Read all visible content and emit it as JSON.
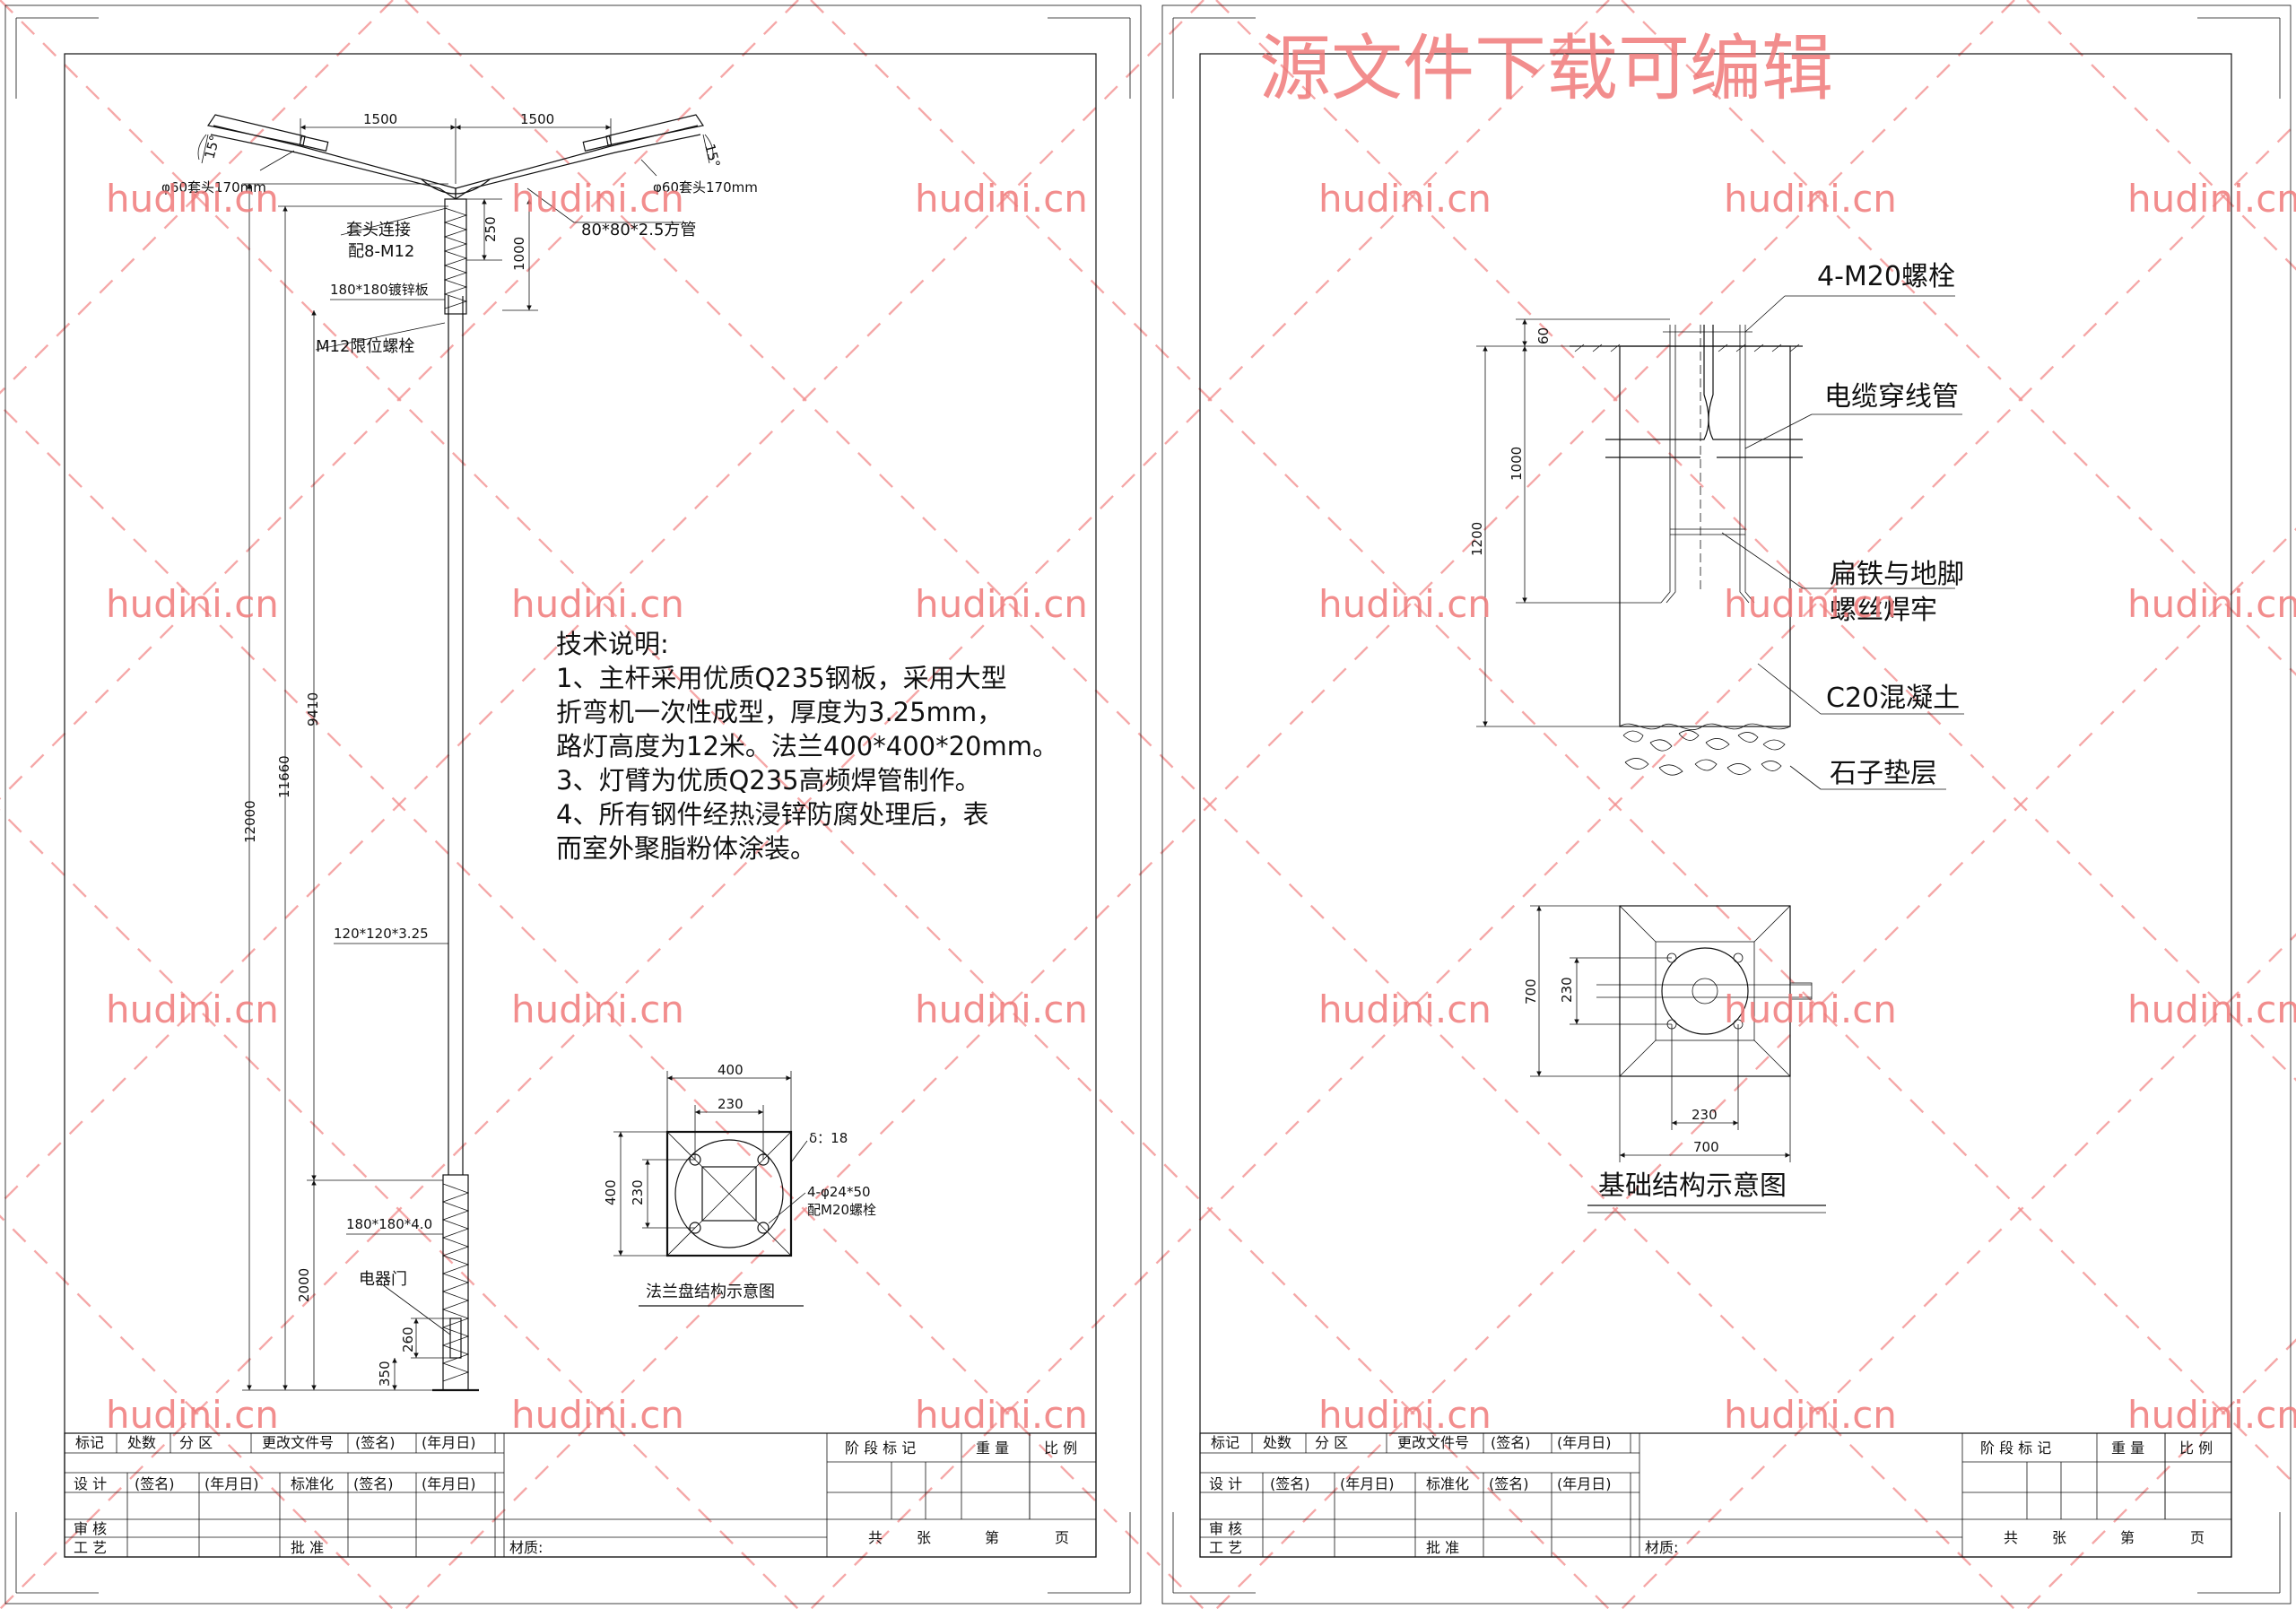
{
  "watermark": {
    "text": "hudini.cn",
    "headline": "源文件下载可编辑",
    "color": "#f07a7a"
  },
  "left_sheet": {
    "pole": {
      "arm_spans": [
        "1500",
        "1500"
      ],
      "arm_angle": "15°",
      "sleeve_left": "φ60套头170mm",
      "sleeve_right": "φ60套头170mm",
      "arm_tube": "80*80*2.5方管",
      "sleeve_connect": "套头连接",
      "bolts_m12": "配8-M12",
      "dim_250": "250",
      "dim_1000": "1000",
      "plate_top": "180*180镀锌板",
      "limit_bolt": "M12限位螺栓",
      "h_12000": "12000",
      "h_11660": "11660",
      "h_9410": "9410",
      "shaft": "120*120*3.25",
      "base_section": "180*180*4.0",
      "door": "电器门",
      "h_2000": "2000",
      "h_260": "260",
      "h_350": "350"
    },
    "notes": {
      "title": "技术说明:",
      "lines": [
        "1、主杆采用优质Q235钢板，采用大型",
        "折弯机一次性成型，厚度为3.25mm，",
        "路灯高度为12米。法兰400*400*20mm。",
        "3、灯臂为优质Q235高频焊管制作。",
        "4、所有钢件经热浸锌防腐处理后，表",
        "而室外聚脂粉体涂装。"
      ]
    },
    "flange": {
      "dim_400_top": "400",
      "dim_230_top": "230",
      "dim_400_side": "400",
      "dim_230_side": "230",
      "thickness": "δ：18",
      "holes": "4-φ24*50",
      "bolts": "配M20螺栓",
      "caption": "法兰盘结构示意图"
    }
  },
  "right_sheet": {
    "foundation": {
      "bolts": "4-M20螺栓",
      "cable_pipe": "电缆穿线管",
      "weld_1": "扁铁与地脚",
      "weld_2": "螺丝焊牢",
      "concrete": "C20混凝土",
      "gravel": "石子垫层",
      "dim_60": "60",
      "dim_1000": "1000",
      "dim_1200": "1200",
      "plan_700_side": "700",
      "plan_230_side": "230",
      "plan_230_bottom": "230",
      "plan_700_bottom": "700",
      "caption": "基础结构示意图"
    }
  },
  "title_block": {
    "row1": [
      "标记",
      "处数",
      "分 区",
      "更改文件号",
      "(签名)",
      "(年月日)"
    ],
    "row2": [
      "设 计",
      "(签名)",
      "(年月日)",
      "标准化",
      "(签名)",
      "(年月日)"
    ],
    "row3": [
      "审 核"
    ],
    "row4": [
      "工 艺",
      "批 准"
    ],
    "material": "材质:",
    "stage": "阶 段 标 记",
    "weight": "重 量",
    "scale": "比 例",
    "sheet_total": "共",
    "sheet_word": "张",
    "sheet_no": "第",
    "page_word": "页"
  }
}
